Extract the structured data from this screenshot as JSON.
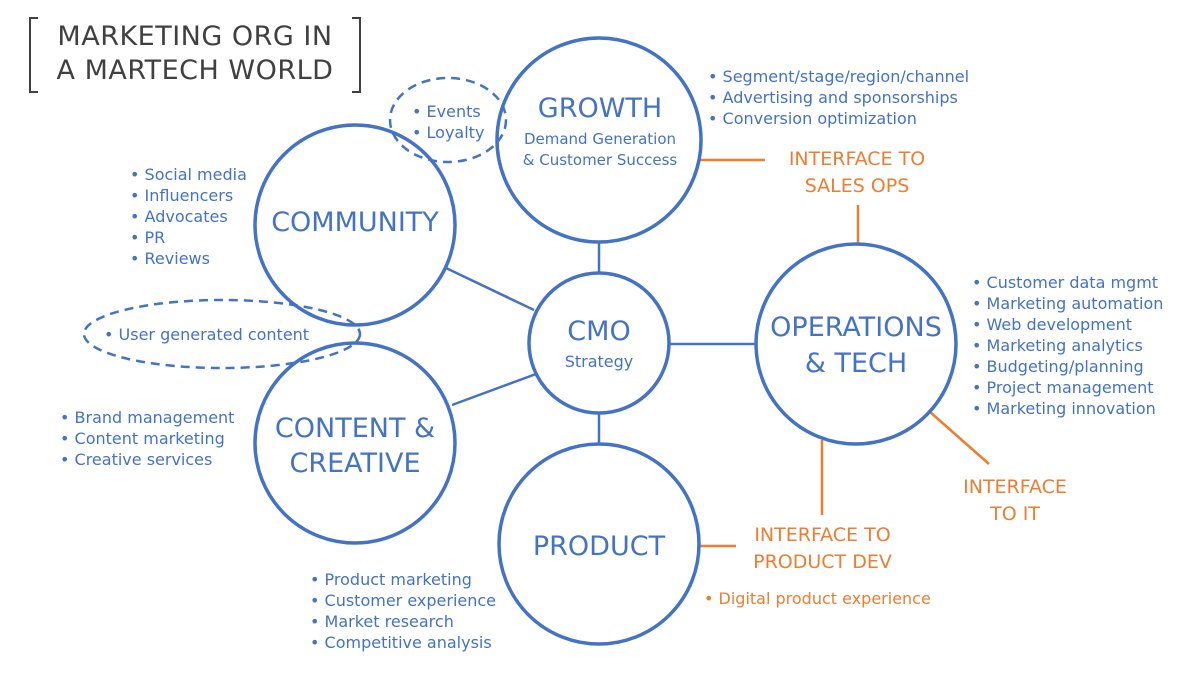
{
  "title": {
    "line1": "MARKETING ORG IN",
    "line2": "A MARTECH WORLD"
  },
  "colors": {
    "primary": "#4472c4",
    "interface": "#ed7d31",
    "title": "#404040"
  },
  "cmo": {
    "label": "CMO",
    "sub": "Strategy"
  },
  "growth": {
    "label": "GROWTH",
    "sub1": "Demand Generation",
    "sub2": "& Customer Success",
    "items": [
      "Segment/stage/region/channel",
      "Advertising and sponsorships",
      "Conversion optimization"
    ],
    "bubble_items": [
      "Events",
      "Loyalty"
    ]
  },
  "community": {
    "label": "COMMUNITY",
    "items": [
      "Social media",
      "Influencers",
      "Advocates",
      "PR",
      "Reviews"
    ],
    "bubble_items": [
      "User generated content"
    ]
  },
  "content": {
    "line1": "CONTENT &",
    "line2": "CREATIVE",
    "items": [
      "Brand management",
      "Content marketing",
      "Creative services"
    ]
  },
  "product": {
    "label": "PRODUCT",
    "items": [
      "Product marketing",
      "Customer experience",
      "Market research",
      "Competitive analysis"
    ]
  },
  "operations": {
    "line1": "OPERATIONS",
    "line2": "& TECH",
    "items": [
      "Customer data mgmt",
      "Marketing automation",
      "Web development",
      "Marketing analytics",
      "Budgeting/planning",
      "Project management",
      "Marketing innovation"
    ]
  },
  "interfaces": {
    "sales_ops": {
      "line1": "INTERFACE TO",
      "line2": "SALES OPS"
    },
    "it": {
      "line1": "INTERFACE",
      "line2": "TO IT"
    },
    "product_dev": {
      "line1": "INTERFACE TO",
      "line2": "PRODUCT DEV",
      "items": [
        "Digital product experience"
      ]
    }
  }
}
